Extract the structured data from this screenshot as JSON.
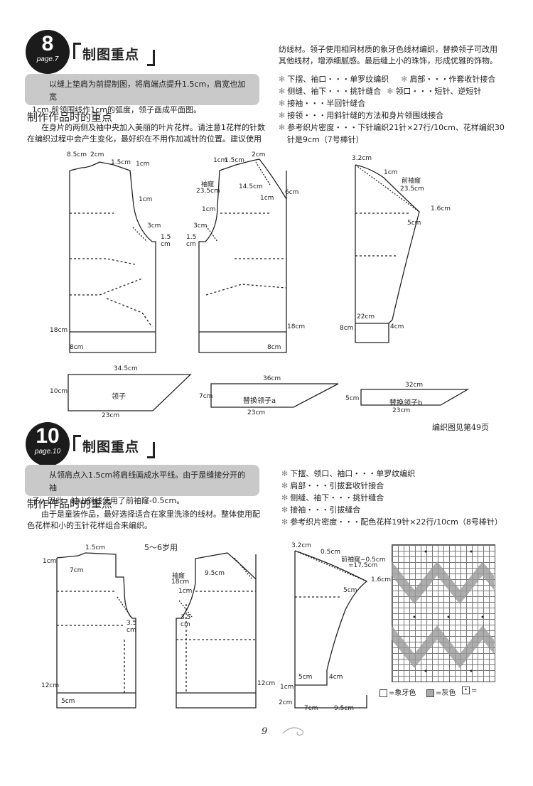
{
  "section8": {
    "number": "8",
    "page_ref": "page.7",
    "title": "制图重点",
    "note_line1": "以缝上垫肩为前提制图，将肩端点提升1.5cm，肩宽也加宽",
    "note_line2": "1cm,前领围线作1cm的弧度，领子画成平面图。",
    "heading": "制作作品时的重点",
    "para_line1": "在身片的两侧及袖中央加入美丽的叶片花样。请注意1花样的针数",
    "para_line2": "在编织过程中会产生变化，最好织在不用作加减针的位置。建议使用",
    "intro_line1": "纺线材。领子使用相同材质的象牙色线材编织，替换领子可改用",
    "intro_line2": "其他线材，增添细腻感。最后缝上小的珠饰，形成优雅的饰物。",
    "list": [
      {
        "left": "下摆、袖口・・・单罗纹编织",
        "right": "肩部・・・作套收针接合"
      },
      {
        "left": "侧缝、袖下・・・挑针缝合",
        "right": "领口・・・短针、逆短针"
      },
      {
        "left": "接袖・・・半回针缝合",
        "right": ""
      },
      {
        "left": "接领・・・用斜针缝的方法和身片领围线接合",
        "right": ""
      },
      {
        "left": "参考织片密度・・・下针编织21针×27行/10cm、花样编织30",
        "right": ""
      }
    ],
    "list_cont": "针是9cm（7号棒针）",
    "labels": {
      "l1": "8.5cm",
      "l2": "2cm",
      "l3": "1.5cm",
      "l4": "1cm",
      "l5": "1cm",
      "l6": "3cm",
      "l7": "1.5",
      "l8": "cm",
      "l9": "18cm",
      "l10": "8cm",
      "m1": "1cm",
      "m2": "1.5cm",
      "m3": "2cm",
      "m4": "袖窿",
      "m5": "23.5cm",
      "m6": "14.5cm",
      "m7": "1cm",
      "m8": "6cm",
      "m9": "1cm",
      "m10": "3cm",
      "m11": "1.5",
      "m12": "cm",
      "m13": "18cm",
      "m14": "8cm",
      "s1": "3.2cm",
      "s2": "1cm",
      "s3": "前袖窿",
      "s4": "23.5cm",
      "s5": "1.6cm",
      "s6": "5cm",
      "s7": "22cm",
      "s8": "4cm",
      "s9": "8cm",
      "c1": "34.5cm",
      "c2": "10cm",
      "c3": "领子",
      "c4": "23cm",
      "c5": "36cm",
      "c6": "7cm",
      "c7": "替换领子a",
      "c8": "23cm",
      "c9": "32cm",
      "c10": "5cm",
      "c11": "替换领子b",
      "c12": "23cm"
    },
    "ref_note": "编织图见第49页"
  },
  "section10": {
    "number": "10",
    "page_ref": "page.10",
    "title": "制图重点",
    "note_line1": "从领肩点入1.5cm将肩线画成水平线。由于是缝接分开的袖",
    "note_line2": "子，因此，袖山斜线使用了前袖窿-0.5cm。",
    "heading": "制作作品时的重点",
    "para_line1": "由于是童装作品，最好选择适合在家里洗涤的线材。整体使用配",
    "para_line2": "色花样和小的玉针花样组合来编织。",
    "age": "5～6岁用",
    "list": [
      "下摆、领口、袖口・・・单罗纹编织",
      "肩部・・・引拔套收针接合",
      "侧缝、袖下・・・挑针缝合",
      "接袖・・・引拔缝合",
      "参考织片密度・・・配色花样19针×22行/10cm（8号棒针）"
    ],
    "labels": {
      "a1": "1.5cm",
      "a2": "1cm",
      "a3": "7cm",
      "a4": "3.5",
      "a5": "cm",
      "a6": "12cm",
      "a7": "5cm",
      "b1": "袖窿",
      "b2": "18cm",
      "b3": "9.5cm",
      "b4": "1cm",
      "b5": "3.5",
      "b6": "cm",
      "b7": "12cm",
      "d1": "3.2cm",
      "d2": "0.5cm",
      "d3": "前袖窿−0.5cm",
      "d4": "=17.5cm",
      "d5": "1.6cm",
      "d6": "5cm",
      "d7": "5cm",
      "d8": "4cm",
      "d9": "1cm",
      "d10": "2cm",
      "d11": "7cm",
      "d12": "9.5cm"
    },
    "legend": {
      "ivory": "=象牙色",
      "gray": "=灰色",
      "dot": "="
    }
  },
  "page_number": "9"
}
